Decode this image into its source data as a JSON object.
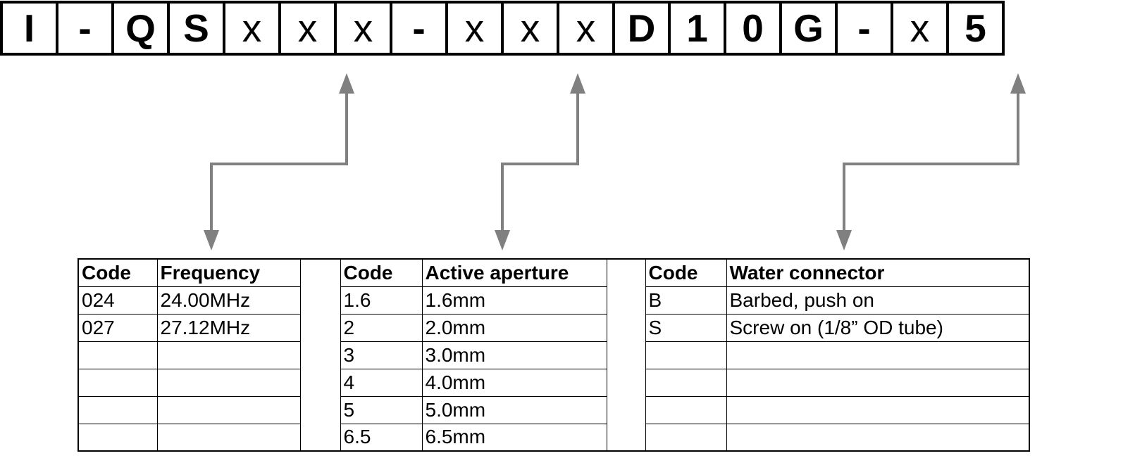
{
  "part_number": {
    "characters": [
      {
        "char": "I",
        "style": "bold"
      },
      {
        "char": "-",
        "style": "bold"
      },
      {
        "char": "Q",
        "style": "bold"
      },
      {
        "char": "S",
        "style": "bold"
      },
      {
        "char": "x",
        "style": "plain"
      },
      {
        "char": "x",
        "style": "plain"
      },
      {
        "char": "x",
        "style": "plain"
      },
      {
        "char": "-",
        "style": "bold"
      },
      {
        "char": "x",
        "style": "plain"
      },
      {
        "char": "x",
        "style": "plain"
      },
      {
        "char": "x",
        "style": "plain"
      },
      {
        "char": "D",
        "style": "bold"
      },
      {
        "char": "1",
        "style": "bold"
      },
      {
        "char": "0",
        "style": "bold"
      },
      {
        "char": "G",
        "style": "bold"
      },
      {
        "char": "-",
        "style": "bold"
      },
      {
        "char": "x",
        "style": "plain"
      },
      {
        "char": "5",
        "style": "bold"
      }
    ]
  },
  "connectors": {
    "color": "#808080",
    "items": [
      {
        "name": "frequency-connector",
        "from_box_index": 5,
        "to_section": "frequency"
      },
      {
        "name": "aperture-connector",
        "from_box_index": 9,
        "to_section": "aperture"
      },
      {
        "name": "water-connector-connector",
        "from_box_index": 16,
        "to_section": "water"
      }
    ]
  },
  "table": {
    "headers": {
      "code_a": "Code",
      "frequency": "Frequency",
      "gap1": "",
      "code_b": "Code",
      "aperture": "Active aperture",
      "gap2": "",
      "code_c": "Code",
      "water": "Water connector"
    },
    "rows": [
      {
        "code_a": "024",
        "frequency": "24.00MHz",
        "gap1": "",
        "code_b": "1.6",
        "aperture": "1.6mm",
        "gap2": "",
        "code_c": "B",
        "water": "Barbed, push on"
      },
      {
        "code_a": "027",
        "frequency": "27.12MHz",
        "gap1": "",
        "code_b": "2",
        "aperture": "2.0mm",
        "gap2": "",
        "code_c": "S",
        "water": "Screw on (1/8” OD tube)"
      },
      {
        "code_a": "",
        "frequency": "",
        "gap1": "",
        "code_b": "3",
        "aperture": "3.0mm",
        "gap2": "",
        "code_c": "",
        "water": ""
      },
      {
        "code_a": "",
        "frequency": "",
        "gap1": "",
        "code_b": "4",
        "aperture": "4.0mm",
        "gap2": "",
        "code_c": "",
        "water": ""
      },
      {
        "code_a": "",
        "frequency": "",
        "gap1": "",
        "code_b": "5",
        "aperture": "5.0mm",
        "gap2": "",
        "code_c": "",
        "water": ""
      },
      {
        "code_a": "",
        "frequency": "",
        "gap1": "",
        "code_b": "6.5",
        "aperture": "6.5mm",
        "gap2": "",
        "code_c": "",
        "water": ""
      }
    ]
  }
}
